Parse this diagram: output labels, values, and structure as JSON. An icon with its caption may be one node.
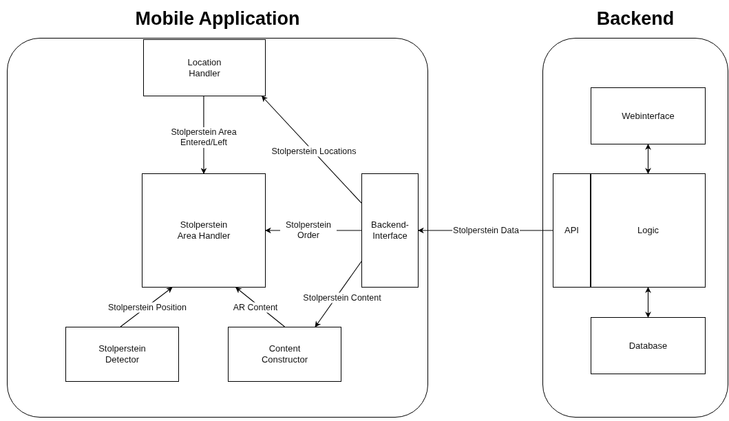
{
  "diagram": {
    "nodes": [
      {
        "text": [
          "Mobile Application"
        ]
      },
      {
        "text": [
          "Location Handler"
        ],
        "in": 0
      },
      {
        "text": [
          "Stolperstein Area Handler"
        ],
        "in": 0
      },
      {
        "text": [
          "Backend-Interface"
        ],
        "in": 0
      },
      {
        "text": [
          "Stolperstein Detector"
        ],
        "in": 0
      },
      {
        "text": [
          "Content Constructor"
        ],
        "in": 0
      },
      {
        "text": [
          "Backend"
        ]
      },
      {
        "text": [
          "Webinterface"
        ],
        "in": 6
      },
      {
        "text": [
          "API"
        ],
        "in": 6
      },
      {
        "text": [
          "Logic"
        ],
        "in": 6
      },
      {
        "text": [
          "Database"
        ],
        "in": 6
      }
    ],
    "edges": [
      {
        "from": 1,
        "to": 2,
        "arrow": "to",
        "label": "Stolperstein Area Entered/Left"
      },
      {
        "from": 3,
        "to": 1,
        "arrow": "to",
        "label": "Stolperstein Locations"
      },
      {
        "from": 3,
        "to": 2,
        "arrow": "to",
        "label": "Stolperstein Order"
      },
      {
        "from": 4,
        "to": 2,
        "arrow": "to",
        "label": "Stolperstein Position"
      },
      {
        "from": 5,
        "to": 2,
        "arrow": "to",
        "label": "AR Content"
      },
      {
        "from": 3,
        "to": 5,
        "arrow": "to",
        "label": "Stolperstein Content"
      },
      {
        "from": 8,
        "to": 3,
        "arrow": "to",
        "label": "Stolperstein Data"
      },
      {
        "from": 7,
        "to": 9,
        "arrow": "both"
      },
      {
        "from": 9,
        "to": 10,
        "arrow": "both"
      }
    ]
  }
}
